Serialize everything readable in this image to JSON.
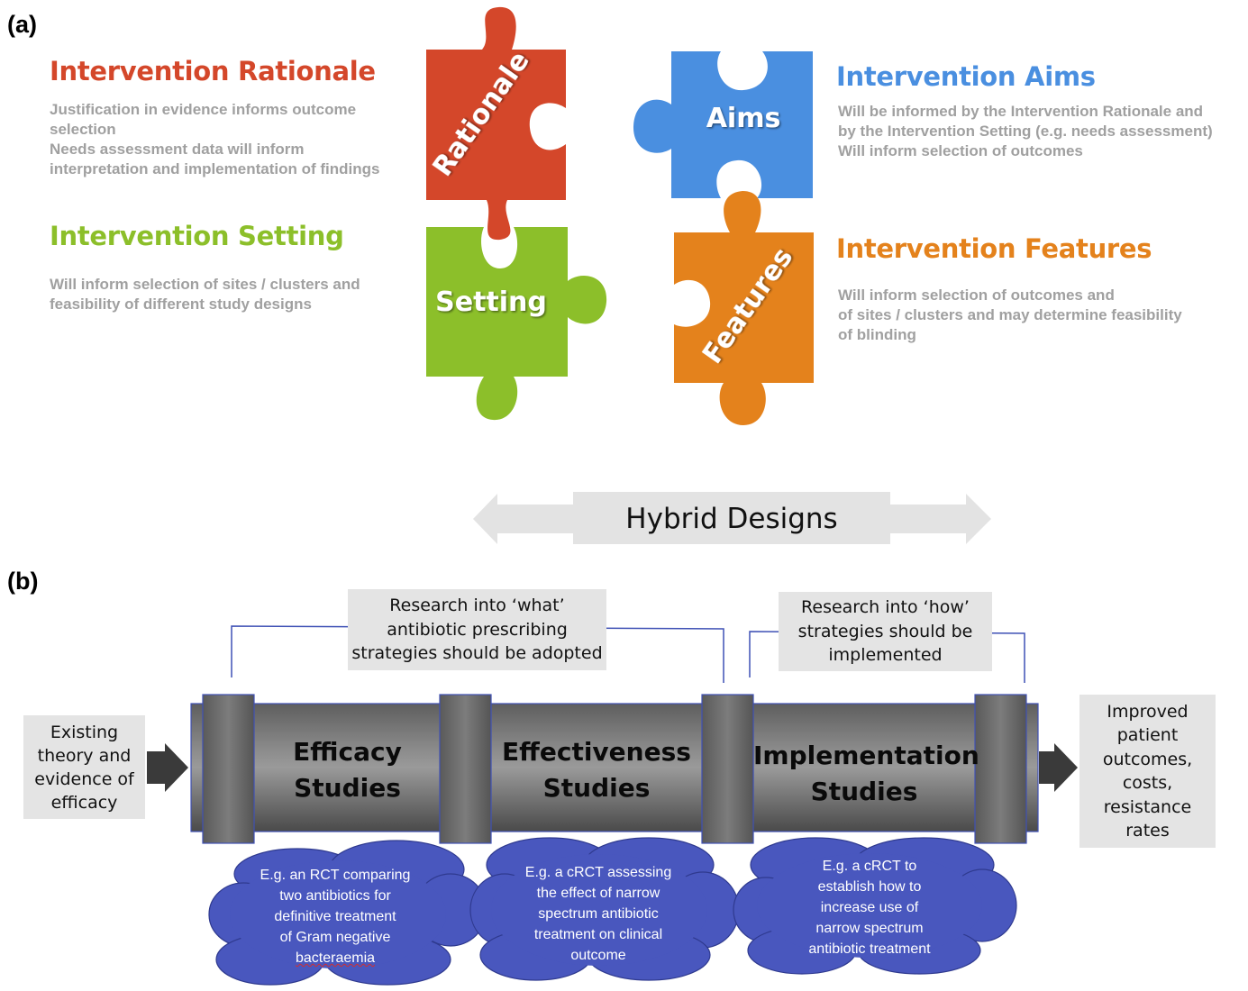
{
  "panels": {
    "a": "(a)",
    "b": "(b)"
  },
  "section_a": {
    "rationale": {
      "title": "Intervention Rationale",
      "color": "#d4472a",
      "lines": [
        "Justification in evidence informs outcome",
        "selection",
        "Needs assessment data will inform",
        "interpretation and implementation of findings"
      ]
    },
    "aims": {
      "title": "Intervention Aims",
      "color": "#4a8fe0",
      "lines": [
        "Will be informed by the Intervention Rationale and",
        "by the Intervention Setting (e.g. needs assessment)",
        "Will inform selection of outcomes"
      ]
    },
    "setting": {
      "title": "Intervention Setting",
      "color": "#8cbf2a",
      "lines": [
        "Will inform selection of sites / clusters and",
        "feasibility of different study designs"
      ]
    },
    "features": {
      "title": "Intervention Features",
      "color": "#e4821c",
      "lines": [
        "Will inform selection of outcomes and",
        "of sites / clusters and may determine feasibility",
        "of  blinding"
      ]
    },
    "pieces": {
      "rationale": "Rationale",
      "aims": "Aims",
      "setting": "Setting",
      "features": "Features"
    }
  },
  "hybrid": "Hybrid Designs",
  "section_b": {
    "research_what": [
      "Research into ‘what’",
      "antibiotic prescribing",
      "strategies should be adopted"
    ],
    "research_how": [
      "Research into ‘how’",
      "strategies should be",
      "implemented"
    ],
    "existing": [
      "Existing",
      "theory and",
      "evidence of",
      "efficacy"
    ],
    "improved": [
      "Improved",
      "patient",
      "outcomes,",
      "costs,",
      "resistance",
      "rates"
    ],
    "stages": {
      "efficacy": [
        "Efficacy",
        "Studies"
      ],
      "effectiveness": [
        "Effectiveness",
        "Studies"
      ],
      "implementation": [
        "Implementation",
        "Studies"
      ]
    },
    "clouds": {
      "efficacy": [
        "E.g. an RCT comparing",
        "two antibiotics for",
        "definitive treatment",
        "of Gram negative",
        "bacteraemia"
      ],
      "effectiveness": [
        "E.g. a cRCT assessing",
        "the effect of narrow",
        "spectrum antibiotic",
        "treatment on clinical",
        "outcome"
      ],
      "implementation": [
        "E.g. a cRCT to",
        "establish how to",
        "increase use of",
        "narrow spectrum",
        "antibiotic treatment"
      ]
    },
    "cloud_color": "#4957be"
  }
}
